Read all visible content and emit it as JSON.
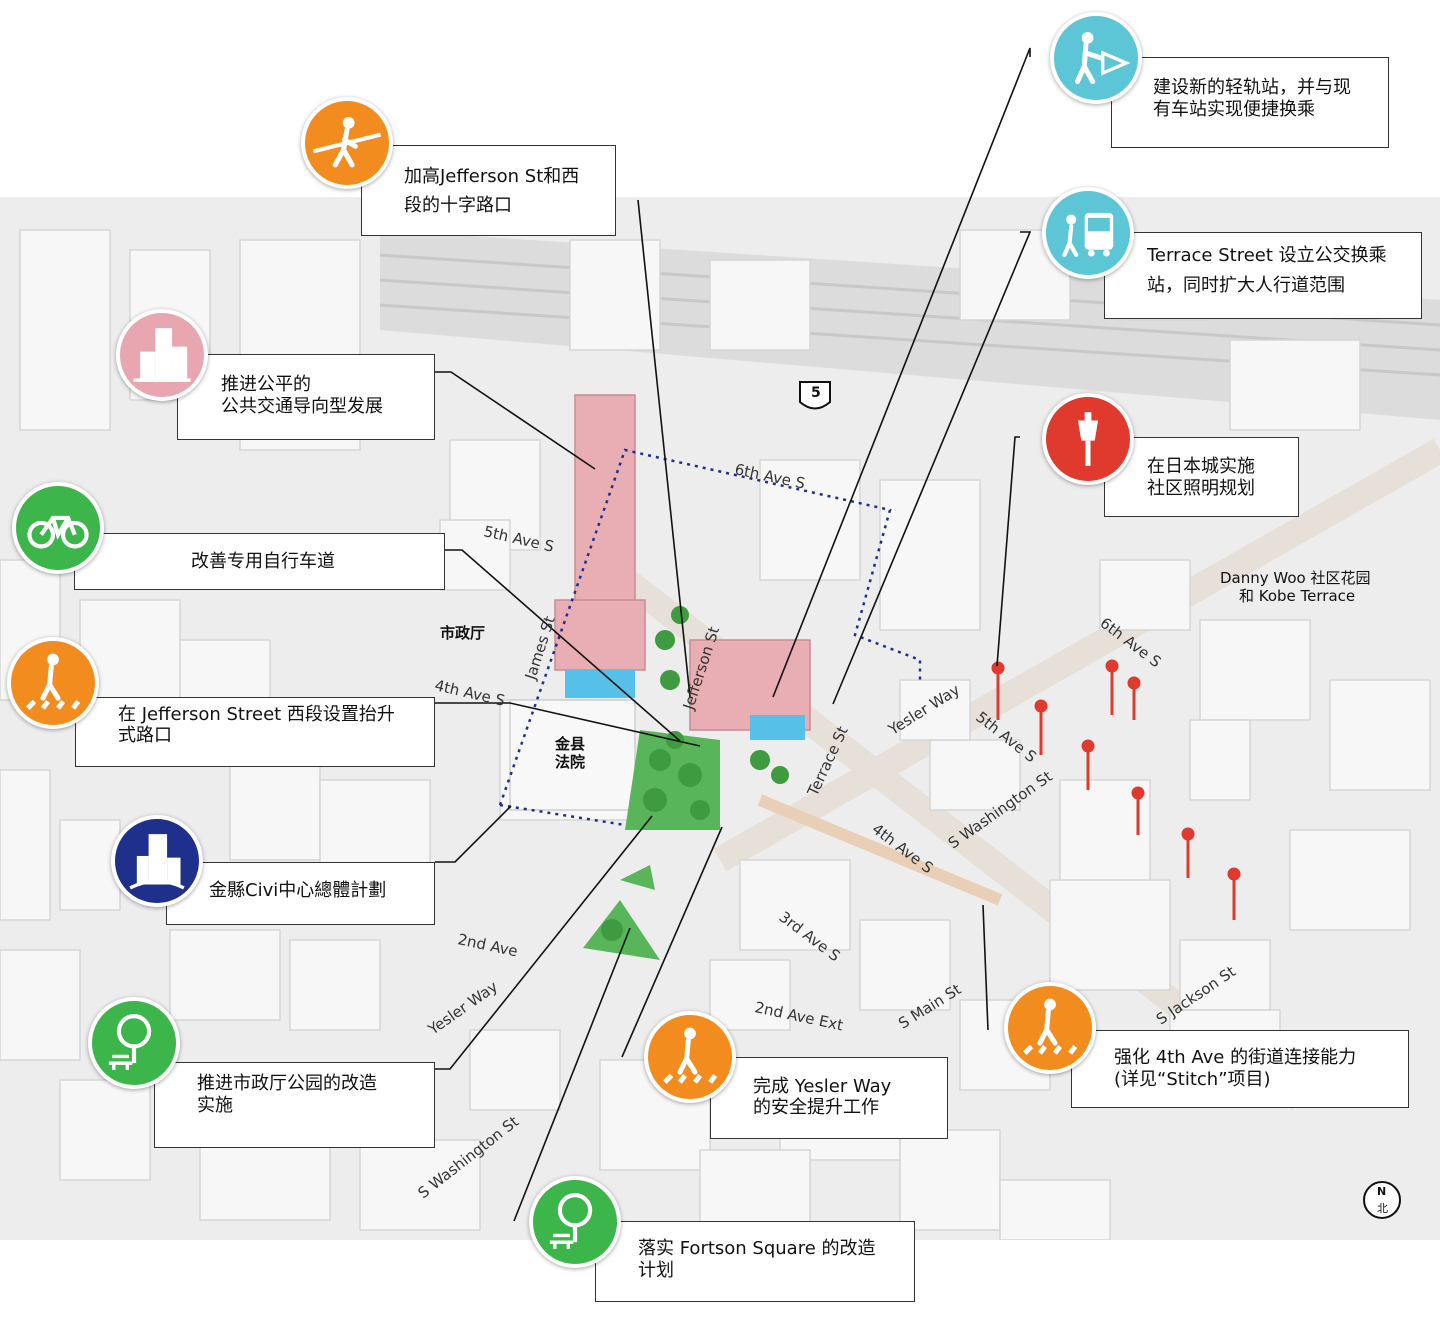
{
  "colors": {
    "orange": "#f28c1e",
    "pink": "#e8a7b0",
    "green": "#3cb54a",
    "navy": "#1e2f8c",
    "cyan": "#5cc6d6",
    "red": "#e03a2e",
    "tower": "#e8aeb3",
    "park": "#59b55a"
  },
  "callouts": {
    "raise_jefferson": {
      "line1": "加高Jefferson St和西",
      "line2": "段的十字路口",
      "icon": "pedestrian-raised-crossing-icon"
    },
    "light_rail": {
      "line1": "建设新的轻轨站，并与现",
      "line2": "有车站实现便捷换乘",
      "icon": "light-rail-transfer-icon"
    },
    "terrace_bus": {
      "line1": "Terrace Street 设立公交换乘",
      "line2": "站，同时扩大人行道范围",
      "icon": "bus-stop-icon"
    },
    "tod": {
      "line1": "推进公平的",
      "line2": "公共交通导向型发展",
      "icon": "buildings-icon"
    },
    "lighting": {
      "line1": "在日本城实施",
      "line2": "社区照明规划",
      "icon": "street-lamp-icon"
    },
    "bike": {
      "line1": "改善专用自行车道",
      "icon": "bicycle-icon"
    },
    "jefferson_raised": {
      "line1": "在 Jefferson Street 西段设置抬升",
      "line2": "式路口",
      "icon": "crosswalk-icon"
    },
    "civic": {
      "line1": "金縣Civi中心總體計劃",
      "icon": "city-buildings-icon"
    },
    "cityhall_park": {
      "line1": "推进市政厅公园的改造",
      "line2": "实施",
      "icon": "tree-bench-icon"
    },
    "yesler_safety": {
      "line1": "完成 Yesler Way",
      "line2": "的安全提升工作",
      "icon": "crosswalk-icon"
    },
    "fourth_ave": {
      "line1": "强化 4th Ave 的街道连接能力",
      "line2": "(详见“Stitch”项目)",
      "icon": "crosswalk-icon"
    },
    "fortson": {
      "line1": "落实 Fortson Square 的改造",
      "line2": "计划",
      "icon": "tree-bench-icon"
    }
  },
  "streets": {
    "sixth_ave": "6th Ave S",
    "fifth_ave": "5th Ave S",
    "james": "James St",
    "jefferson": "Jefferson St",
    "fourth_ave": "4th Ave S",
    "yesler_ne": "Yesler Way",
    "terrace": "Terrace St",
    "fifth_ave_e": "5th Ave S",
    "washington_e": "S Washington St",
    "fourth_ave_e": "4th Ave S",
    "sixth_ave_e": "6th Ave S",
    "second_ave": "2nd Ave",
    "third_ave": "3rd Ave S",
    "yesler_sw": "Yesler Way",
    "second_ext": "2nd Ave Ext",
    "main": "S Main St",
    "jackson": "S Jackson St",
    "washington_w": "S Washington St"
  },
  "map_labels": {
    "city_hall": "市政厅",
    "courthouse_line1": "金县",
    "courthouse_line2": "法院",
    "danny_woo_line1": "Danny Woo 社区花园",
    "danny_woo_line2": "和 Kobe Terrace",
    "interstate": "5",
    "north": "N",
    "north_cn": "北"
  }
}
